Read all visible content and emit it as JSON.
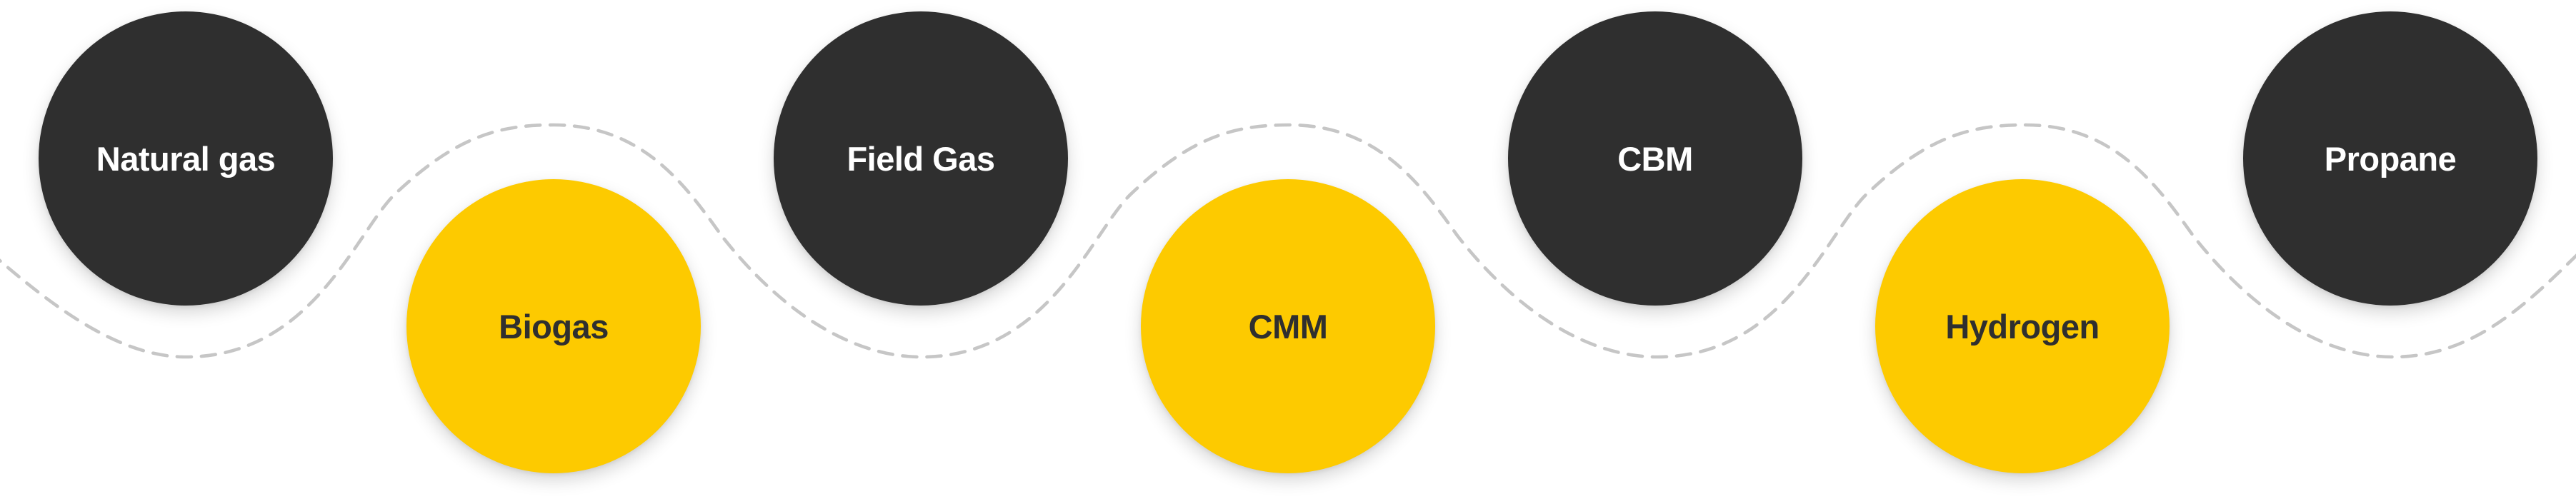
{
  "diagram": {
    "type": "wave-sequence",
    "colors": {
      "dark_node": "#2f2f2f",
      "accent_node": "#fdca00",
      "dark_text": "#ffffff",
      "accent_text": "#2f2f2f",
      "connector": "#c6c6c6",
      "background": "#ffffff"
    },
    "nodes": [
      {
        "label": "Natural gas",
        "style": "dark"
      },
      {
        "label": "Biogas",
        "style": "yellow"
      },
      {
        "label": "Field Gas",
        "style": "dark"
      },
      {
        "label": "CMM",
        "style": "yellow"
      },
      {
        "label": "CBM",
        "style": "dark"
      },
      {
        "label": "Hydrogen",
        "style": "yellow"
      },
      {
        "label": "Propane",
        "style": "dark"
      }
    ]
  }
}
